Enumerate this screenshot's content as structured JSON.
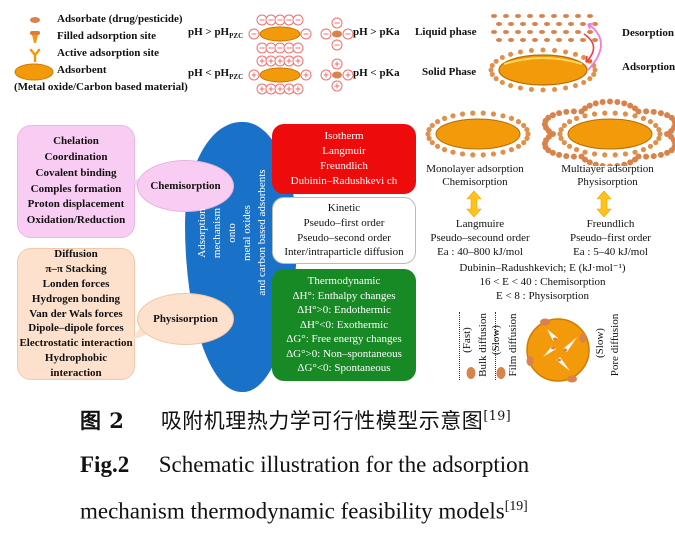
{
  "legend": {
    "items": [
      {
        "icon": "adsorbate-dot-icon",
        "label": "Adsorbate (drug/pesticide)"
      },
      {
        "icon": "filled-site-icon",
        "label": "Filled adsorption site"
      },
      {
        "icon": "active-site-icon",
        "label": "Active adsorption site"
      },
      {
        "icon": "adsorbent-ellipse-icon",
        "label": "Adsorbent"
      }
    ],
    "note": "(Metal oxide/Carbon based material)"
  },
  "ph": {
    "top_left": "pH > pH",
    "bottom_left": "pH < pH",
    "sub": "PZC",
    "top_right": "pH > pKa",
    "bottom_right": "pH < pKa",
    "neg_sign": "−",
    "pos_sign": "+"
  },
  "phase": {
    "liquid": "Liquid phase",
    "solid": "Solid Phase",
    "desorption": "Desorption",
    "adsorption": "Adsorption"
  },
  "chemisorption": {
    "label": "Chemisorption",
    "items": [
      "Chelation",
      "Coordination",
      "Covalent binding",
      "Comples formation",
      "Proton displacement",
      "Oxidation/Reduction"
    ]
  },
  "physisorption": {
    "label": "Physisorption",
    "items": [
      "Diffusion",
      "π–π Stacking",
      "Londen forces",
      "Hydrogen bonding",
      "Van der Wals forces",
      "Dipole–dipole forces",
      "Electrostatic interaction",
      "Hydrophobic interaction"
    ]
  },
  "center": {
    "lines": [
      "Adsorption",
      "mechanism",
      "onto",
      "metal oxides",
      "and carbon based adsorbents"
    ]
  },
  "isotherm": {
    "lines": [
      "Isotherm",
      "Langmuir",
      "Freundlich",
      "Dubinin–Radushkevi  ch"
    ]
  },
  "kinetic": {
    "lines": [
      "Kinetic",
      "Pseudo–first order",
      "Pseudo–second order",
      "Inter/intraparticle diffusion"
    ]
  },
  "thermodynamic": {
    "lines": [
      "Thermodynamic",
      "ΔH°: Enthalpy changes",
      "ΔH°>0: Endothermic",
      "ΔH°<0: Exothermic",
      "ΔG°: Free energy changes",
      "ΔG°>0: Non–spontaneous",
      "ΔG°<0: Spontaneous"
    ]
  },
  "models": {
    "mono": {
      "title": "Monolayer adsorption",
      "type": "Chemisorption",
      "model": "Langmuire",
      "order": "Pseudo–secound order",
      "ea": "Ea : 40–800 kJ/mol"
    },
    "multi": {
      "title": "Multiayer adsorption",
      "type": "Physisorption",
      "model": "Freundlich",
      "order": "Pseudo–first order",
      "ea": "Ea : 5–40 kJ/mol"
    },
    "dr": [
      "Dubinin–Radushkevich; E (kJ·mol⁻¹)",
      "16 < E < 40 : Chemisorption",
      "E < 8 : Physisorption"
    ]
  },
  "diffusion": {
    "fast": "(Fast)",
    "bulk": "Bulk diffusion",
    "slow1": "(Slow)",
    "film": "Film diffusion",
    "slow2": "(Slow)",
    "pore": "Pore diffusion"
  },
  "caption": {
    "cn_label": "图 2",
    "cn_text": "吸附机理热力学可行性模型示意图",
    "ref": "[19]",
    "en_label": "Fig.2",
    "en_line1": "Schematic illustration for the adsorption",
    "en_line2": "mechanism thermodynamic feasibility models"
  },
  "colors": {
    "orange": "#f39a0b",
    "adsorbate": "#d9824a",
    "blue": "#1a72c8",
    "red": "#ee0b0b",
    "green": "#188a25",
    "pink": "#f9cdf3",
    "peach": "#fde1cc",
    "ion": "#f07070",
    "arrow_yellow": "#ffc21a"
  }
}
